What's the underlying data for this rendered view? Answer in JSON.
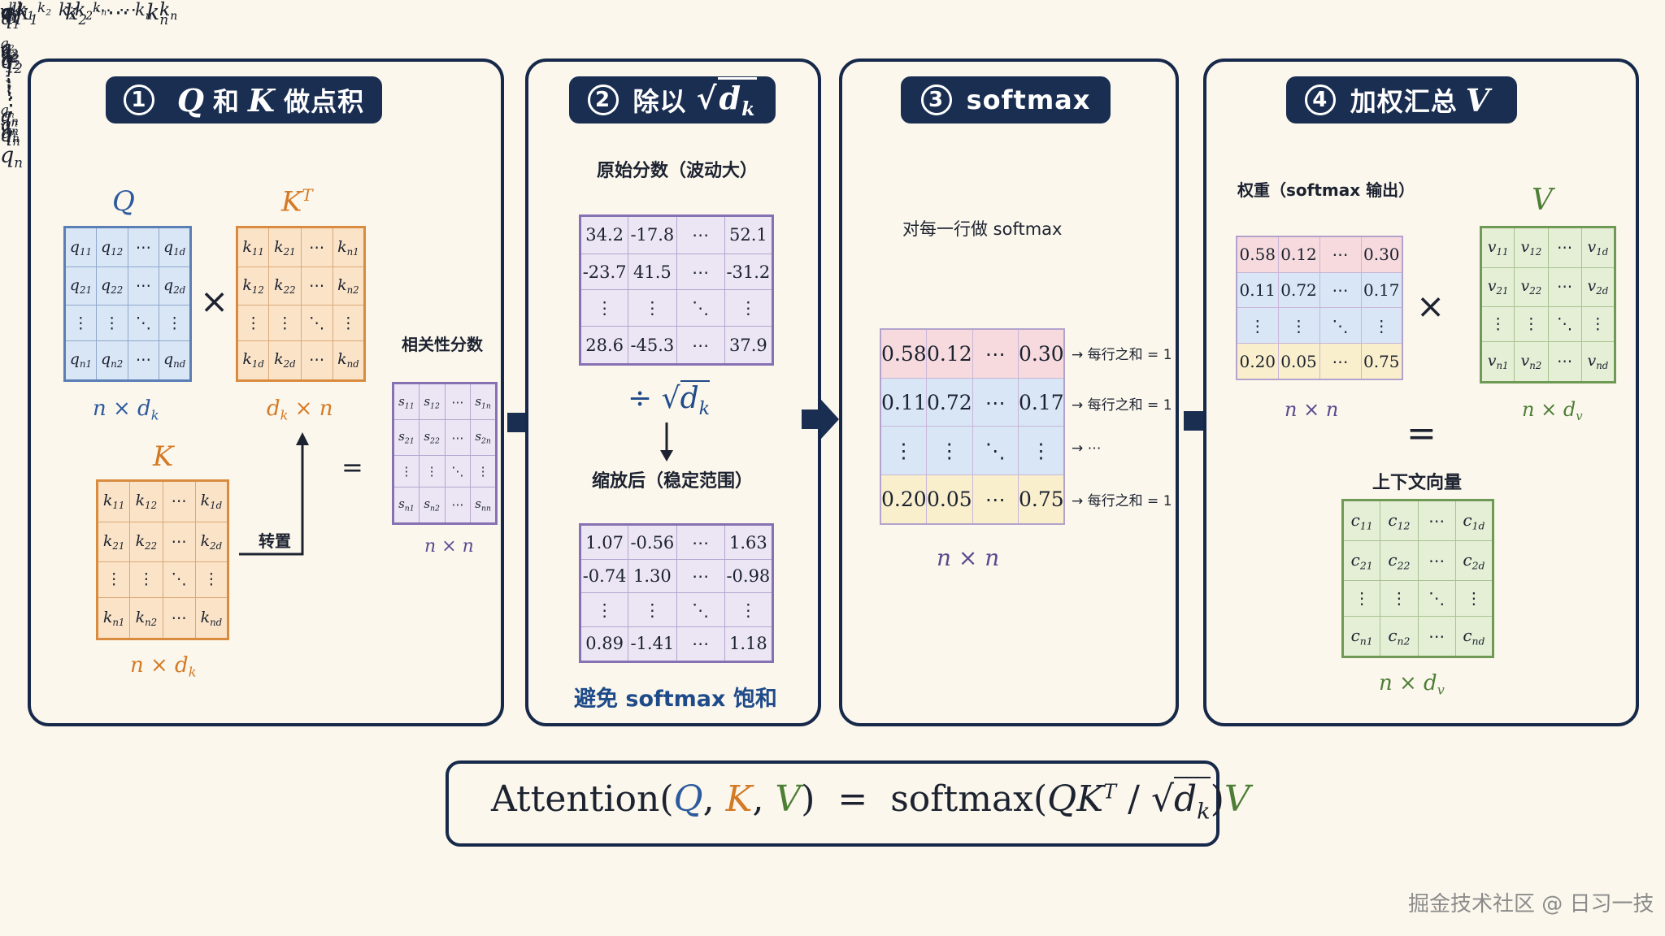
{
  "panels": {
    "p1": {
      "header_num": "1",
      "header_text_a": "Q",
      "header_text_b": "和",
      "header_text_c": "K",
      "header_text_d": "做点积",
      "q_title": "Q",
      "kt_title": "K",
      "kt_sup": "T",
      "k_title": "K",
      "q_dim": "n × d",
      "q_dim_sub": "k",
      "kt_dim": "d",
      "kt_dim_sub": "k",
      "kt_dim_rest": " × n",
      "k_dim": "n × d",
      "k_dim_sub": "k",
      "times": "×",
      "equals": "=",
      "transpose_label": "转置",
      "score_title": "相关性分数",
      "score_dim": "n × n"
    },
    "p2": {
      "header_num": "2",
      "header_text": "除以",
      "raw_title": "原始分数（波动大）",
      "raw_rows": [
        [
          "34.2",
          "-17.8",
          "⋯",
          "52.1"
        ],
        [
          "-23.7",
          "41.5",
          "⋯",
          "-31.2"
        ],
        [
          "⋮",
          "⋮",
          "⋱",
          "⋮"
        ],
        [
          "28.6",
          "-45.3",
          "⋯",
          "37.9"
        ]
      ],
      "div_label": "÷",
      "scaled_title": "缩放后（稳定范围）",
      "scaled_rows": [
        [
          "1.07",
          "-0.56",
          "⋯",
          "1.63"
        ],
        [
          "-0.74",
          "1.30",
          "⋯",
          "-0.98"
        ],
        [
          "⋮",
          "⋮",
          "⋱",
          "⋮"
        ],
        [
          "0.89",
          "-1.41",
          "⋯",
          "1.18"
        ]
      ],
      "footer": "避免 softmax 饱和"
    },
    "p3": {
      "header_num": "3",
      "header_text": "softmax",
      "subtitle": "对每一行做 softmax",
      "rows": [
        [
          "0.58",
          "0.12",
          "⋯",
          "0.30"
        ],
        [
          "0.11",
          "0.72",
          "⋯",
          "0.17"
        ],
        [
          "⋮",
          "⋮",
          "⋱",
          "⋮"
        ],
        [
          "0.20",
          "0.05",
          "⋯",
          "0.75"
        ]
      ],
      "row_notes": [
        "→ 每行之和 = 1",
        "→ 每行之和 = 1",
        "→ ⋯",
        "→ 每行之和 = 1"
      ],
      "dim": "n × n"
    },
    "p4": {
      "header_num": "4",
      "header_text": "加权汇总",
      "header_v": "V",
      "weights_title": "权重（softmax 输出）",
      "weights_rows": [
        [
          "0.58",
          "0.12",
          "⋯",
          "0.30"
        ],
        [
          "0.11",
          "0.72",
          "⋯",
          "0.17"
        ],
        [
          "⋮",
          "⋮",
          "⋱",
          "⋮"
        ],
        [
          "0.20",
          "0.05",
          "⋯",
          "0.75"
        ]
      ],
      "weights_dim": "n × n",
      "v_title": "V",
      "v_dim": "n × d",
      "v_dim_sub": "v",
      "times": "×",
      "equals": "=",
      "context_title": "上下文向量",
      "context_dim": "n × d",
      "context_dim_sub": "v"
    }
  },
  "formula": {
    "attention": "Attention",
    "q": "Q",
    "k": "K",
    "v": "V",
    "softmax": "softmax"
  },
  "watermark": "掘金技术社区 @ 日习一技",
  "colors": {
    "navy": "#1a2e52",
    "query_blue": "#2d5a9e",
    "key_orange": "#d47a25",
    "value_green": "#4d7e36",
    "score_purple": "#5a4a8f"
  }
}
